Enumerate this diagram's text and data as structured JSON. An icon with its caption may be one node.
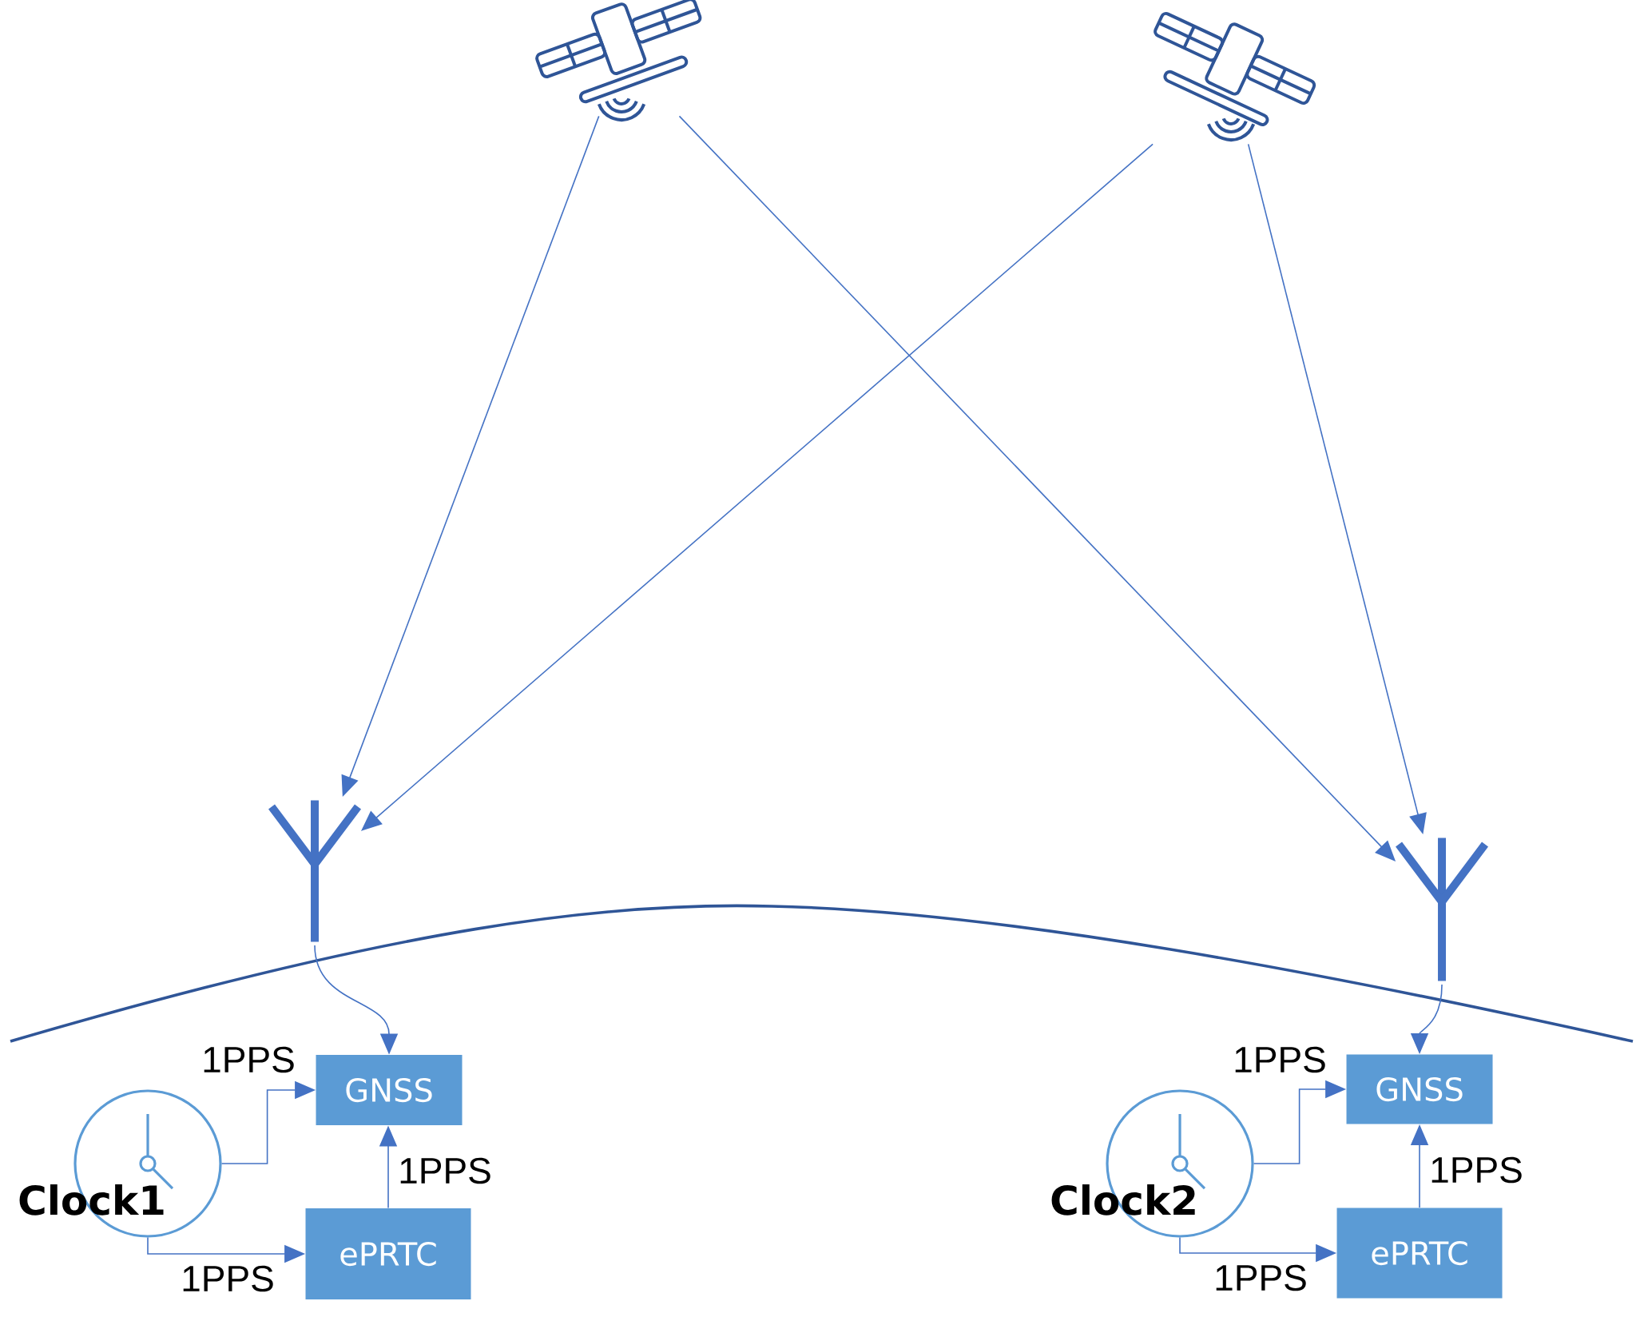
{
  "diagram": {
    "nodes": [
      {
        "text": [],
        "shape": "picture"
      },
      {
        "text": [],
        "shape": "picture"
      },
      {
        "text": [],
        "shape": "picture"
      },
      {
        "text": [],
        "shape": "picture"
      },
      {
        "text": [
          "GNSS"
        ]
      },
      {
        "text": [
          "ePRTC"
        ]
      },
      {
        "text": [
          "Clock1"
        ]
      },
      {
        "text": [
          "GNSS"
        ]
      },
      {
        "text": [
          "ePRTC"
        ]
      },
      {
        "text": [
          "Clock2"
        ]
      }
    ],
    "edges": [
      {
        "from": 0,
        "to": 2,
        "arrow": "to"
      },
      {
        "from": 0,
        "to": 3,
        "arrow": "to"
      },
      {
        "from": 1,
        "to": 2,
        "arrow": "to"
      },
      {
        "from": 1,
        "to": 3,
        "arrow": "to"
      },
      {
        "from": 2,
        "to": 4,
        "arrow": "to"
      },
      {
        "from": 3,
        "to": 7,
        "arrow": "to"
      },
      {
        "from": 6,
        "to": 4,
        "arrow": "to",
        "label": "1PPS"
      },
      {
        "from": 6,
        "to": 5,
        "arrow": "to",
        "label": "1PPS"
      },
      {
        "from": 5,
        "to": 4,
        "arrow": "to",
        "label": "1PPS"
      },
      {
        "from": 9,
        "to": 7,
        "arrow": "to",
        "label": "1PPS"
      },
      {
        "from": 9,
        "to": 8,
        "arrow": "to",
        "label": "1PPS"
      },
      {
        "from": 8,
        "to": 7,
        "arrow": "to",
        "label": "1PPS"
      }
    ]
  }
}
